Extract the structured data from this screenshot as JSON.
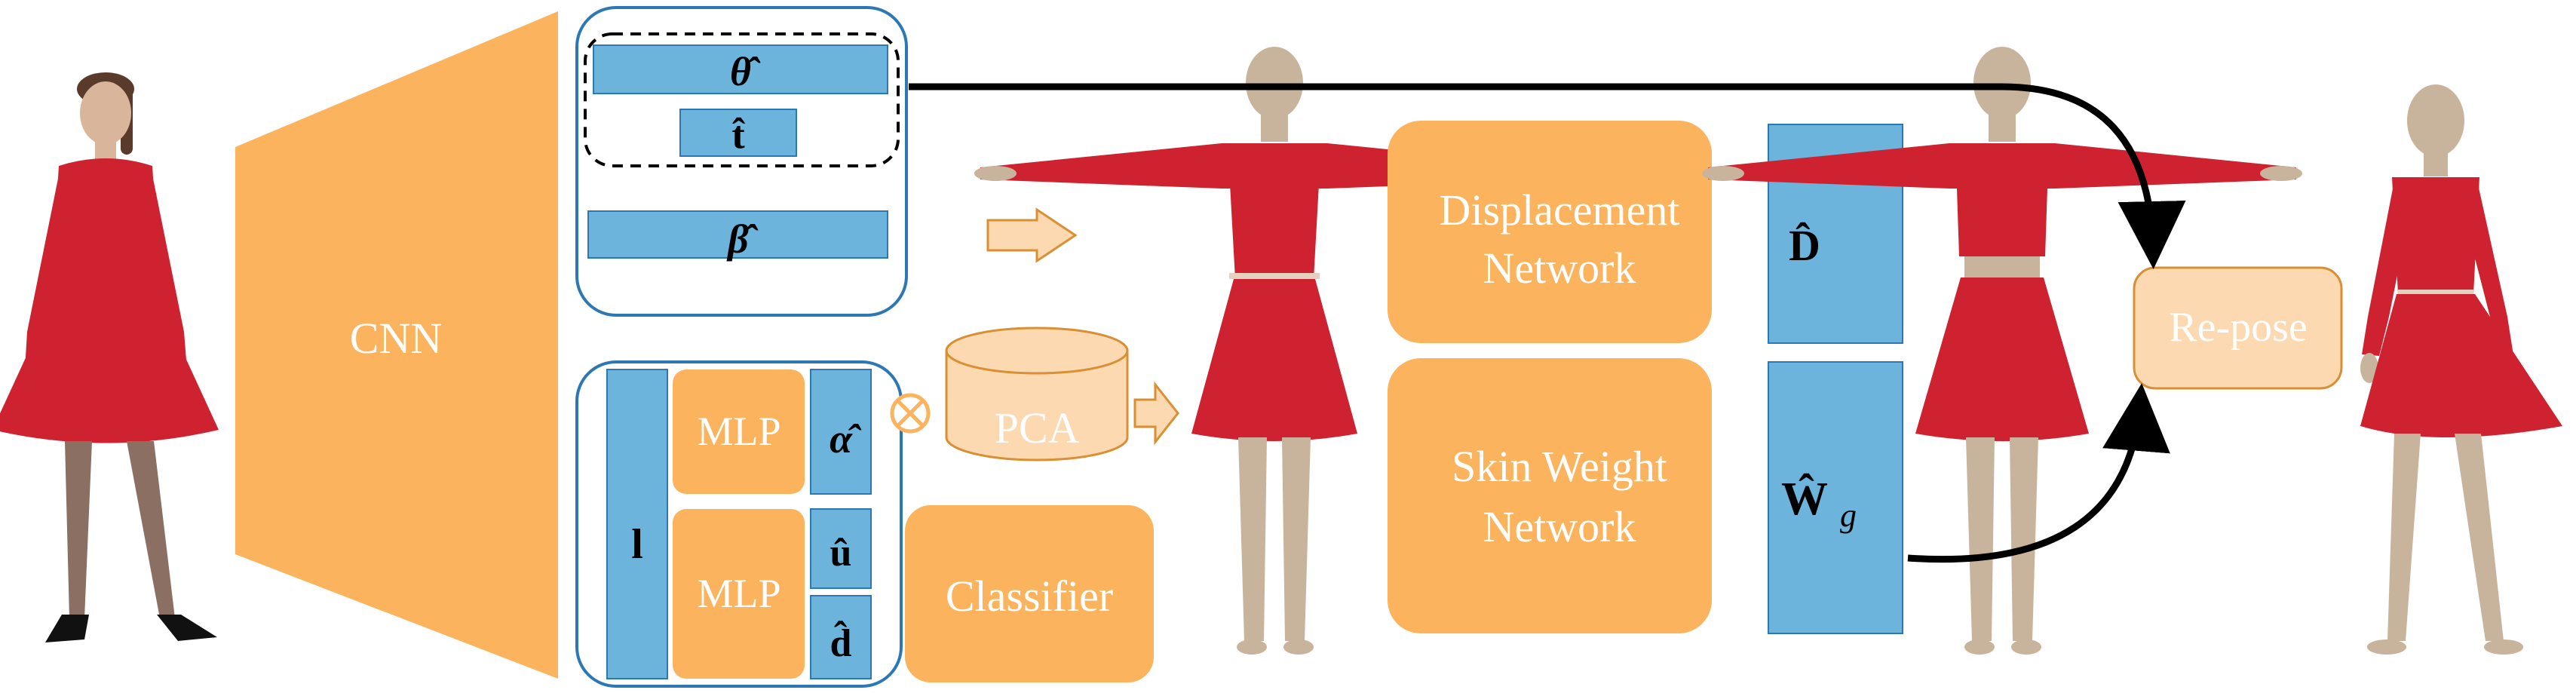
{
  "colors": {
    "orange": "#FBB35D",
    "orange_light": "#FCD9B0",
    "orange_stroke": "#D98F32",
    "blue": "#6CB4DC",
    "blue_stroke": "#2B78B4",
    "red": "#CF2230",
    "skin": "#C8B49C"
  },
  "icons": {
    "multiply": "circle-times-icon",
    "arrow": "block-arrow-icon",
    "database": "cylinder-database-icon"
  },
  "labels": {
    "cnn": "CNN",
    "theta": "θ̂",
    "t": "t̂",
    "beta": "β̂",
    "l": "l",
    "mlp1": "MLP",
    "mlp2": "MLP",
    "alpha": "α̂",
    "u": "û",
    "d": "d̂",
    "pca": "PCA",
    "classifier": "Classifier",
    "displacement_line1": "Displacement",
    "displacement_line2": "Network",
    "skin_weight_line1": "Skin Weight",
    "skin_weight_line2": "Network",
    "D": "D̂",
    "W": "Ŵ",
    "W_sub": "g",
    "repose": "Re-pose"
  }
}
